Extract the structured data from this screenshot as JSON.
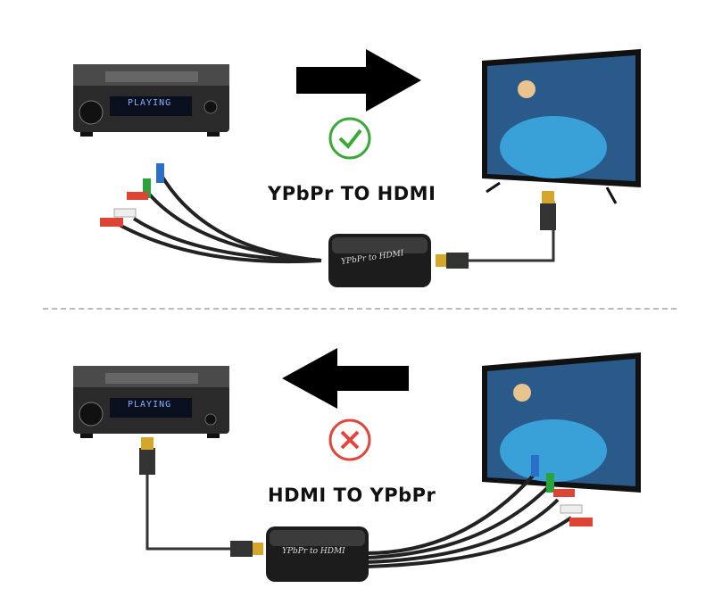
{
  "top": {
    "device_display": "PLAYING",
    "adapter_text": "YPbPr to HDMI",
    "label": "YPbPr TO HDMI",
    "status_icon": "check-circle-icon",
    "status_color": "#3aa935",
    "arrow_direction": "right"
  },
  "bottom": {
    "device_display": "PLAYING",
    "adapter_text": "YPbPr to HDMI",
    "label": "HDMI TO YPbPr",
    "status_icon": "x-circle-icon",
    "status_color": "#e0463c",
    "arrow_direction": "left"
  }
}
